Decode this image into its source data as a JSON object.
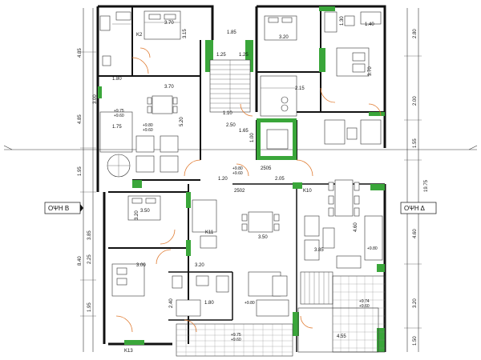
{
  "labels": {
    "side_left": "ΟΨΗ Β",
    "side_right": "ΟΨΗ Δ",
    "columns": [
      "K2",
      "K10",
      "K11",
      "K13"
    ],
    "zones": [
      "2505",
      "2502"
    ]
  },
  "dims": {
    "left_vertical": [
      "4.85",
      "4.85",
      "1.95",
      "8.40",
      "3.85",
      "2.25",
      "1.95"
    ],
    "right_vertical": [
      "2.80",
      "2.00",
      "1.55",
      "19.75",
      "4.60",
      "3.20",
      "1.50"
    ],
    "inner": [
      "3.70",
      "3.15",
      "1.80",
      "3.70",
      "1.75",
      "5.20",
      "3.20",
      "3.00",
      "2.50",
      "1.65",
      "1.10",
      "1.25",
      "1.25",
      "1.85",
      "1.20",
      "2.05",
      "3.20",
      "3.50",
      "3.00",
      "3.20",
      "2.40",
      "1.80",
      "3.50",
      "3.85",
      "4.60",
      "4.55",
      "1.40",
      "3.70",
      "1.30",
      "2.15",
      "1.00"
    ]
  },
  "levels": [
    "+9.75",
    "+9.60",
    "+9.80",
    "+9.60",
    "+9.80",
    "+9.60",
    "+9.80",
    "+9.80",
    "+9.74",
    "+9.60",
    "+9.75",
    "+9.60"
  ]
}
